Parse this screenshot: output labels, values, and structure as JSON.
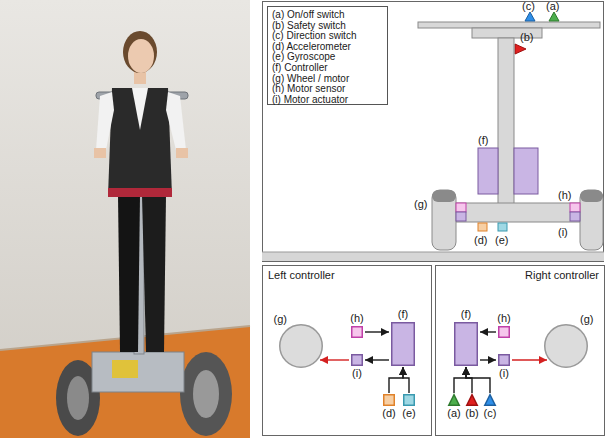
{
  "diagram": {
    "nodes": [
      {
        "text": [
          "Left controller"
        ]
      },
      {
        "text": [
          "(g)"
        ],
        "in": 0
      },
      {
        "text": [
          "(h)"
        ],
        "in": 0
      },
      {
        "text": [
          "(f)"
        ],
        "in": 0
      },
      {
        "text": [
          "(i)"
        ],
        "in": 0
      },
      {
        "text": [
          "(d)"
        ],
        "in": 0
      },
      {
        "text": [
          "(e)"
        ],
        "in": 0
      },
      {
        "text": [
          "Right controller"
        ]
      },
      {
        "text": [
          "(f)"
        ],
        "in": 7
      },
      {
        "text": [
          "(h)"
        ],
        "in": 7
      },
      {
        "text": [
          "(g)"
        ],
        "in": 7
      },
      {
        "text": [
          "(i)"
        ],
        "in": 7
      },
      {
        "text": [
          "(a)"
        ],
        "in": 7
      },
      {
        "text": [
          "(b)"
        ],
        "in": 7
      },
      {
        "text": [
          "(c)"
        ],
        "in": 7
      }
    ],
    "edges": [
      {
        "from": 2,
        "to": 3,
        "arrow": "to"
      },
      {
        "from": 3,
        "to": 4,
        "arrow": "to"
      },
      {
        "from": 4,
        "to": 1,
        "arrow": "to"
      },
      {
        "from": 5,
        "to": 3,
        "arrow": "to"
      },
      {
        "from": 6,
        "to": 3,
        "arrow": "to"
      },
      {
        "from": 9,
        "to": 8,
        "arrow": "to"
      },
      {
        "from": 8,
        "to": 11,
        "arrow": "to"
      },
      {
        "from": 11,
        "to": 10,
        "arrow": "to"
      },
      {
        "from": 12,
        "to": 8,
        "arrow": "to"
      },
      {
        "from": 13,
        "to": 8,
        "arrow": "to"
      },
      {
        "from": 14,
        "to": 8,
        "arrow": "to"
      }
    ],
    "labels": [
      "(a) On/off switch",
      "(b) Safety switch",
      "(c) Direction switch",
      "(d) Accelerometer",
      "(e) Gyroscope",
      "(f) Controller",
      "(g) Wheel / motor",
      "(h) Motor sensor",
      "(i) Motor actuator",
      "(c)",
      "(a)",
      "(b)",
      "(f)",
      "(g)",
      "(h)",
      "(d)",
      "(e)",
      "(i)"
    ]
  }
}
